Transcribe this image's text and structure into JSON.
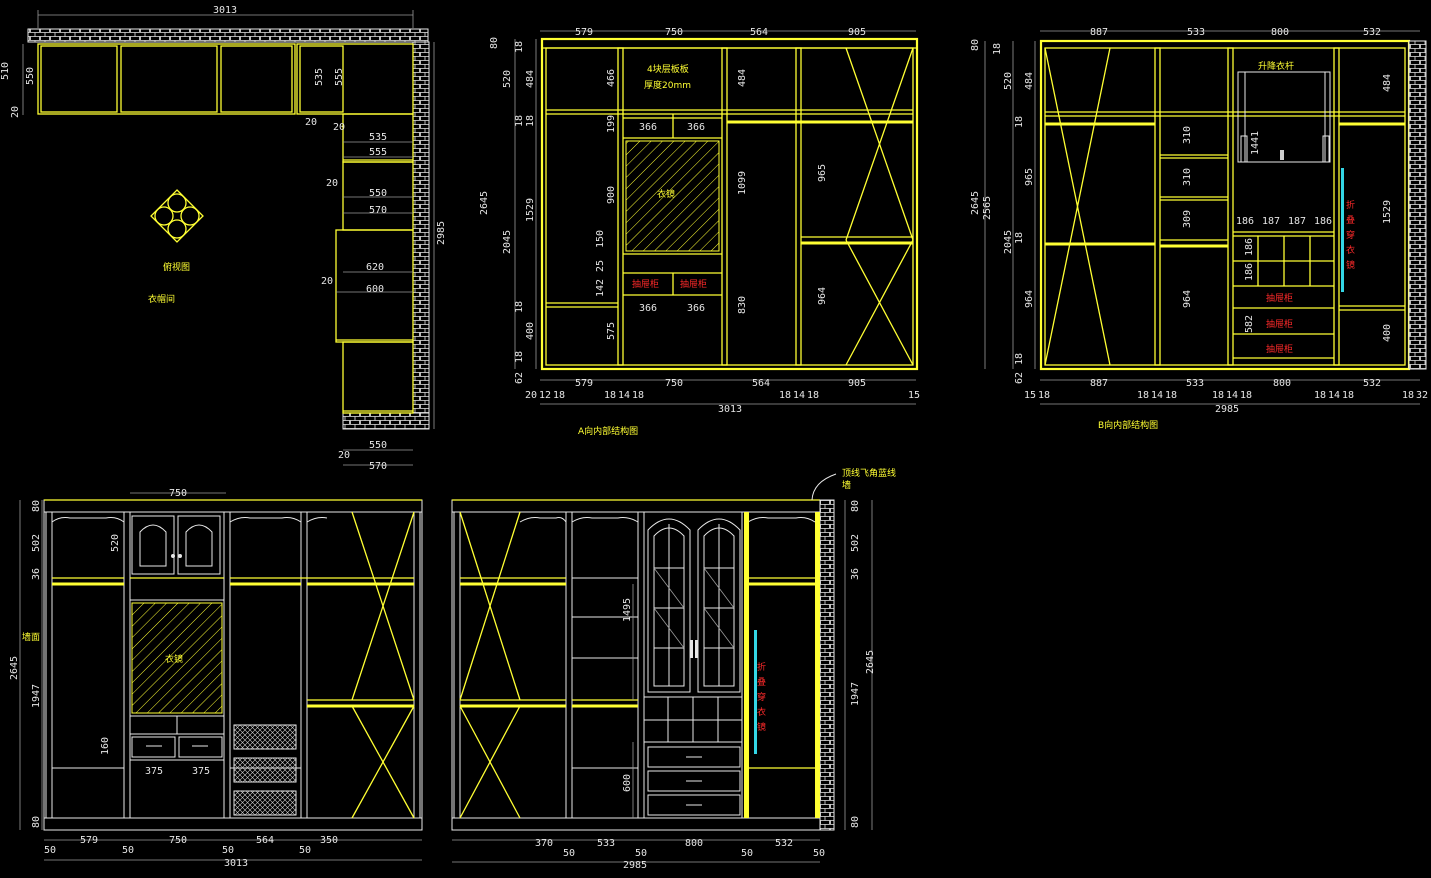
{
  "plan": {
    "top_total": "3013",
    "right_total": "2985",
    "top_depth": "550",
    "gap_20": "20",
    "d535": "535",
    "d555": "555",
    "d550": "550",
    "d570": "570",
    "d620": "620",
    "d600": "600",
    "bottom_550": "550",
    "bottom_570": "570",
    "left_510": "510",
    "room_label": "衣帽间",
    "top_view_label": "俯视图"
  },
  "elev_a": {
    "title": "A向内部结构图",
    "top_dims": [
      "579",
      "750",
      "564",
      "905"
    ],
    "bottom_dims": [
      "579",
      "750",
      "564",
      "905"
    ],
    "bottom_small": [
      "20",
      "12",
      "18",
      "18",
      "14",
      "18",
      "18",
      "14",
      "18",
      "15"
    ],
    "total": "3013",
    "left_dims": [
      "80",
      "520",
      "2045",
      "18",
      "400",
      "62"
    ],
    "left_dims2": [
      "18",
      "484",
      "18",
      "1529",
      "18",
      "18"
    ],
    "height": "2645",
    "note_line1": "4块层板板",
    "note_line2": "厚度20mm",
    "mirror": "衣镜",
    "drawer1": "抽屉柜",
    "drawer2": "抽屉柜",
    "inner_dims": [
      "466",
      "199",
      "900",
      "150",
      "25",
      "142",
      "575",
      "366",
      "366",
      "366",
      "366",
      "484",
      "1099",
      "830",
      "965",
      "964"
    ]
  },
  "elev_b": {
    "title": "B向内部结构图",
    "top_dims": [
      "887",
      "533",
      "800",
      "532"
    ],
    "bottom_dims": [
      "887",
      "533",
      "800",
      "532"
    ],
    "bottom_small": [
      "15",
      "18",
      "18",
      "14",
      "18",
      "18",
      "14",
      "18",
      "18",
      "14",
      "18",
      "18",
      "32"
    ],
    "total": "2985",
    "left_dims": [
      "80",
      "520",
      "2045",
      "62"
    ],
    "left_dims2": [
      "18",
      "484",
      "18",
      "965",
      "18",
      "964",
      "18"
    ],
    "heights": [
      "2645",
      "2565"
    ],
    "lift_rod": "升降衣杆",
    "lift_dim": "1441",
    "inner_dims": [
      "310",
      "310",
      "309",
      "964",
      "186",
      "187",
      "187",
      "186",
      "186",
      "186",
      "582",
      "484",
      "1529",
      "400"
    ],
    "drawer_labels": [
      "抽屉柜",
      "抽屉柜",
      "抽屉柜"
    ],
    "vertical_note": "折叠穿衣镜"
  },
  "elev_c": {
    "top_dim": "750",
    "left_dims": [
      "80",
      "502",
      "36",
      "1947",
      "80"
    ],
    "height": "2645",
    "inner_dims": [
      "520",
      "160",
      "375",
      "375"
    ],
    "mirror": "衣镜",
    "wall_label": "墙面",
    "bottom_dims": [
      "579",
      "750",
      "564",
      "350"
    ],
    "bottom_small": [
      "50",
      "50",
      "50",
      "50"
    ],
    "total": "3013"
  },
  "elev_d": {
    "header_note": "顶线飞角蓝线",
    "header_note2": "墙",
    "right_dims": [
      "80",
      "502",
      "36",
      "1947",
      "80"
    ],
    "height": "2645",
    "inner_dims": [
      "1495",
      "600"
    ],
    "bottom_dims": [
      "370",
      "533",
      "800",
      "532"
    ],
    "bottom_small": [
      "50",
      "50",
      "50",
      "50"
    ],
    "total": "2985",
    "vertical_note": "折叠穿衣镜"
  }
}
